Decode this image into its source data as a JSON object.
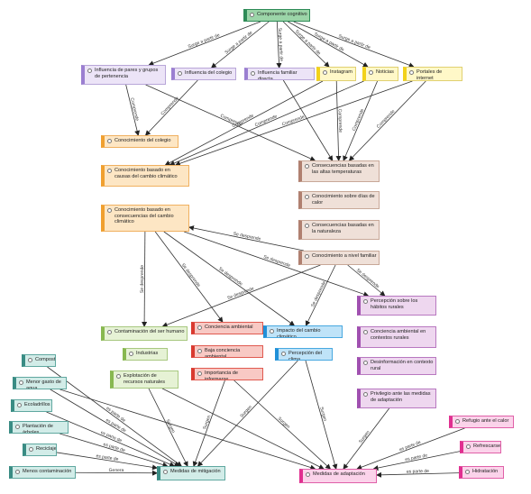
{
  "nodes": [
    {
      "id": "cog",
      "label": "Componente cognitivo",
      "color": "green"
    },
    {
      "id": "pares",
      "label": "Influencia de pares y grupos de pertenencia",
      "color": "purple"
    },
    {
      "id": "colegio",
      "label": "Influencia del colegio",
      "color": "purple"
    },
    {
      "id": "familiar",
      "label": "Influencia familiar directa",
      "color": "purple"
    },
    {
      "id": "instagram",
      "label": "Instagram",
      "color": "yellow"
    },
    {
      "id": "noticias",
      "label": "Noticias",
      "color": "yellow"
    },
    {
      "id": "portales",
      "label": "Portales de internet",
      "color": "yellow"
    },
    {
      "id": "conoc_colegio",
      "label": "Conocimiento del colegio",
      "color": "orange"
    },
    {
      "id": "causas",
      "label": "Conocimiento basado en causas del cambio climático",
      "color": "orange"
    },
    {
      "id": "consecuencias",
      "label": "Conocimiento basado en consecuencias del cambio climático",
      "color": "orange"
    },
    {
      "id": "altas_temp",
      "label": "Consecuencias basadas en las altas temperaturas",
      "color": "brown"
    },
    {
      "id": "dias_calor",
      "label": "Conocimiento sobre días de calor",
      "color": "brown"
    },
    {
      "id": "naturaleza",
      "label": "Consecuencias basadas en la naturaleza",
      "color": "brown"
    },
    {
      "id": "nivel_familiar",
      "label": "Conocimiento a nivel familiar",
      "color": "brown"
    },
    {
      "id": "contam_humano",
      "label": "Contaminación del ser humano",
      "color": "lgreen"
    },
    {
      "id": "industrias",
      "label": "Industrias",
      "color": "lgreen"
    },
    {
      "id": "explotacion",
      "label": "Explotación de recursos naturales",
      "color": "lgreen"
    },
    {
      "id": "conc_amb",
      "label": "Conciencia ambiental",
      "color": "red"
    },
    {
      "id": "baja_conc",
      "label": "Baja conciencia ambiental",
      "color": "red"
    },
    {
      "id": "importancia",
      "label": "Importancia de informarse",
      "color": "red"
    },
    {
      "id": "impacto",
      "label": "Impacto del cambio climático",
      "color": "blue"
    },
    {
      "id": "percepcion_clima",
      "label": "Percepción del clima",
      "color": "blue"
    },
    {
      "id": "habitos",
      "label": "Percepción sobre los hábitos rurales",
      "color": "lilac"
    },
    {
      "id": "conc_rural",
      "label": "Conciencia ambiental en contextos rurales",
      "color": "lilac"
    },
    {
      "id": "desinformacion",
      "label": "Desinformación en contexto rural",
      "color": "lilac"
    },
    {
      "id": "privilegio",
      "label": "Privilegio ante las medidas de adaptación",
      "color": "lilac"
    },
    {
      "id": "compost",
      "label": "Compost",
      "color": "teal"
    },
    {
      "id": "agua",
      "label": "Menor gasto de agua",
      "color": "teal"
    },
    {
      "id": "ecoladrillos",
      "label": "Ecoladrillos",
      "color": "teal"
    },
    {
      "id": "plantacion",
      "label": "Plantación de árboles",
      "color": "teal"
    },
    {
      "id": "reciclaje",
      "label": "Reciclaje",
      "color": "teal"
    },
    {
      "id": "menos_contam",
      "label": "Menos contaminación",
      "color": "teal"
    },
    {
      "id": "mitigacion",
      "label": "Medidas de mitigación",
      "color": "teal"
    },
    {
      "id": "refugio",
      "label": "Refugio ante el calor",
      "color": "pink"
    },
    {
      "id": "refrescarse",
      "label": "Refrescarse",
      "color": "pink"
    },
    {
      "id": "hidratacion",
      "label": "Hidratación",
      "color": "pink"
    },
    {
      "id": "adaptacion",
      "label": "Medidas de adaptación",
      "color": "pink"
    }
  ],
  "edges": [
    {
      "from": "cog",
      "to": "pares",
      "label": "Surge a partir de"
    },
    {
      "from": "cog",
      "to": "colegio",
      "label": "Surge a partir de"
    },
    {
      "from": "cog",
      "to": "familiar",
      "label": "Surge a partir de"
    },
    {
      "from": "cog",
      "to": "instagram",
      "label": "Surge a partir de"
    },
    {
      "from": "cog",
      "to": "noticias",
      "label": "Surge a partir de"
    },
    {
      "from": "cog",
      "to": "portales",
      "label": "Surge a partir de"
    },
    {
      "from": "pares",
      "to": "conoc_colegio",
      "label": "Comprende"
    },
    {
      "from": "colegio",
      "to": "conoc_colegio",
      "label": "Comprende"
    },
    {
      "from": "pares",
      "to": "altas_temp",
      "label": "Comprende"
    },
    {
      "from": "instagram",
      "to": "causas",
      "label": "Comprende"
    },
    {
      "from": "noticias",
      "to": "causas",
      "label": "Comprende"
    },
    {
      "from": "portales",
      "to": "causas",
      "label": "Comprende"
    },
    {
      "from": "instagram",
      "to": "altas_temp",
      "label": "Comprende"
    },
    {
      "from": "noticias",
      "to": "altas_temp",
      "label": "Comprende"
    },
    {
      "from": "portales",
      "to": "altas_temp",
      "label": "Comprende"
    },
    {
      "from": "familiar",
      "to": "altas_temp",
      "label": ""
    },
    {
      "from": "consecuencias",
      "to": "contam_humano",
      "label": "Se desprende"
    },
    {
      "from": "consecuencias",
      "to": "conc_amb",
      "label": "Se desprende"
    },
    {
      "from": "consecuencias",
      "to": "impacto",
      "label": "Se desprende"
    },
    {
      "from": "consecuencias",
      "to": "habitos",
      "label": "Se desprende"
    },
    {
      "from": "nivel_familiar",
      "to": "impacto",
      "label": "Se desprende"
    },
    {
      "from": "nivel_familiar",
      "to": "contam_humano",
      "label": "Se desprende"
    },
    {
      "from": "nivel_familiar",
      "to": "habitos",
      "label": "Se desprende"
    },
    {
      "from": "nivel_familiar",
      "to": "consecuencias",
      "label": "Se desprende"
    },
    {
      "from": "compost",
      "to": "mitigacion",
      "label": "es parte de"
    },
    {
      "from": "agua",
      "to": "mitigacion",
      "label": "es parte de"
    },
    {
      "from": "ecoladrillos",
      "to": "mitigacion",
      "label": "es parte de"
    },
    {
      "from": "plantacion",
      "to": "mitigacion",
      "label": "es parte de"
    },
    {
      "from": "reciclaje",
      "to": "mitigacion",
      "label": "es parte de"
    },
    {
      "from": "menos_contam",
      "to": "mitigacion",
      "label": "Genera"
    },
    {
      "from": "explotacion",
      "to": "mitigacion",
      "label": "Surgen"
    },
    {
      "from": "importancia",
      "to": "mitigacion",
      "label": "Surgen"
    },
    {
      "from": "percepcion_clima",
      "to": "mitigacion",
      "label": "Surgen"
    },
    {
      "from": "importancia",
      "to": "adaptacion",
      "label": "Surgen"
    },
    {
      "from": "percepcion_clima",
      "to": "adaptacion",
      "label": "Surgen"
    },
    {
      "from": "privilegio",
      "to": "adaptacion",
      "label": "Surgen"
    },
    {
      "from": "refugio",
      "to": "adaptacion",
      "label": "es parte de"
    },
    {
      "from": "refrescarse",
      "to": "adaptacion",
      "label": "es parte de"
    },
    {
      "from": "hidratacion",
      "to": "adaptacion",
      "label": "es parte de"
    },
    {
      "from": "agua",
      "to": "adaptacion",
      "label": ""
    },
    {
      "from": "explotacion",
      "to": "adaptacion",
      "label": ""
    }
  ]
}
